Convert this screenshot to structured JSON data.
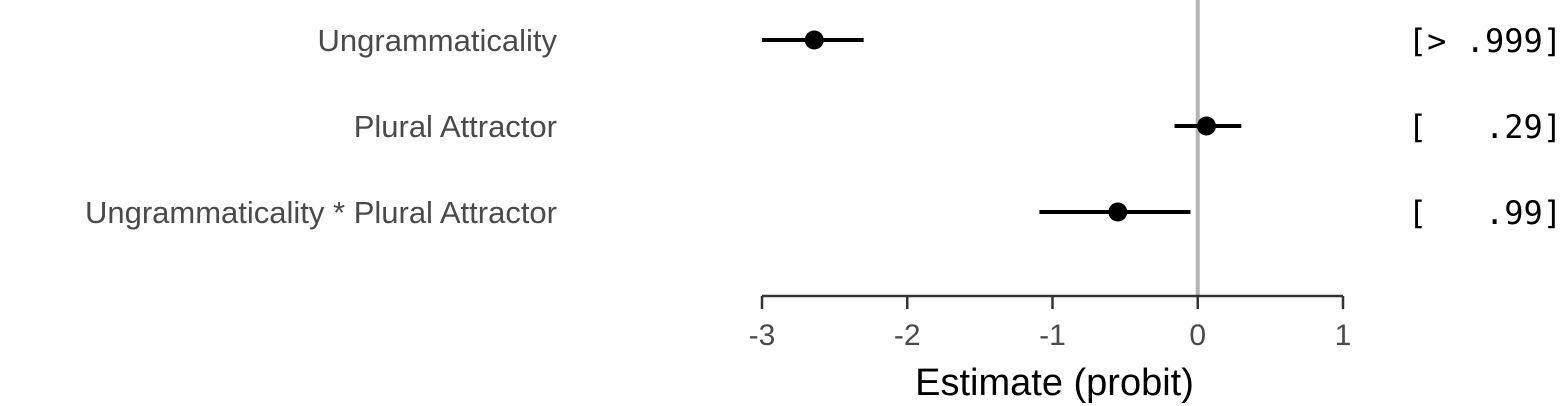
{
  "chart_data": {
    "type": "scatter",
    "subtype": "coefficient-interval-plot",
    "xlabel": "Estimate (probit)",
    "xlim": [
      -3,
      1
    ],
    "xticks": [
      -3,
      -2,
      -1,
      0,
      1
    ],
    "xtick_labels": [
      "-3",
      "-2",
      "-1",
      "0",
      "1"
    ],
    "reference_line_x": 0,
    "rows": [
      {
        "label": "Ungrammaticality",
        "estimate": -2.64,
        "lower": -3.0,
        "upper": -2.3,
        "prob_label": "[> .999]"
      },
      {
        "label": "Plural Attractor",
        "estimate": 0.06,
        "lower": -0.16,
        "upper": 0.3,
        "prob_label": "[   .29]"
      },
      {
        "label": "Ungrammaticality * Plural Attractor",
        "estimate": -0.55,
        "lower": -1.09,
        "upper": -0.05,
        "prob_label": "[   .99]"
      }
    ],
    "colors": {
      "points": "#000000",
      "reference_line": "#b3b3b3",
      "axis": "#333333",
      "labels": "#4a4a4a"
    }
  }
}
